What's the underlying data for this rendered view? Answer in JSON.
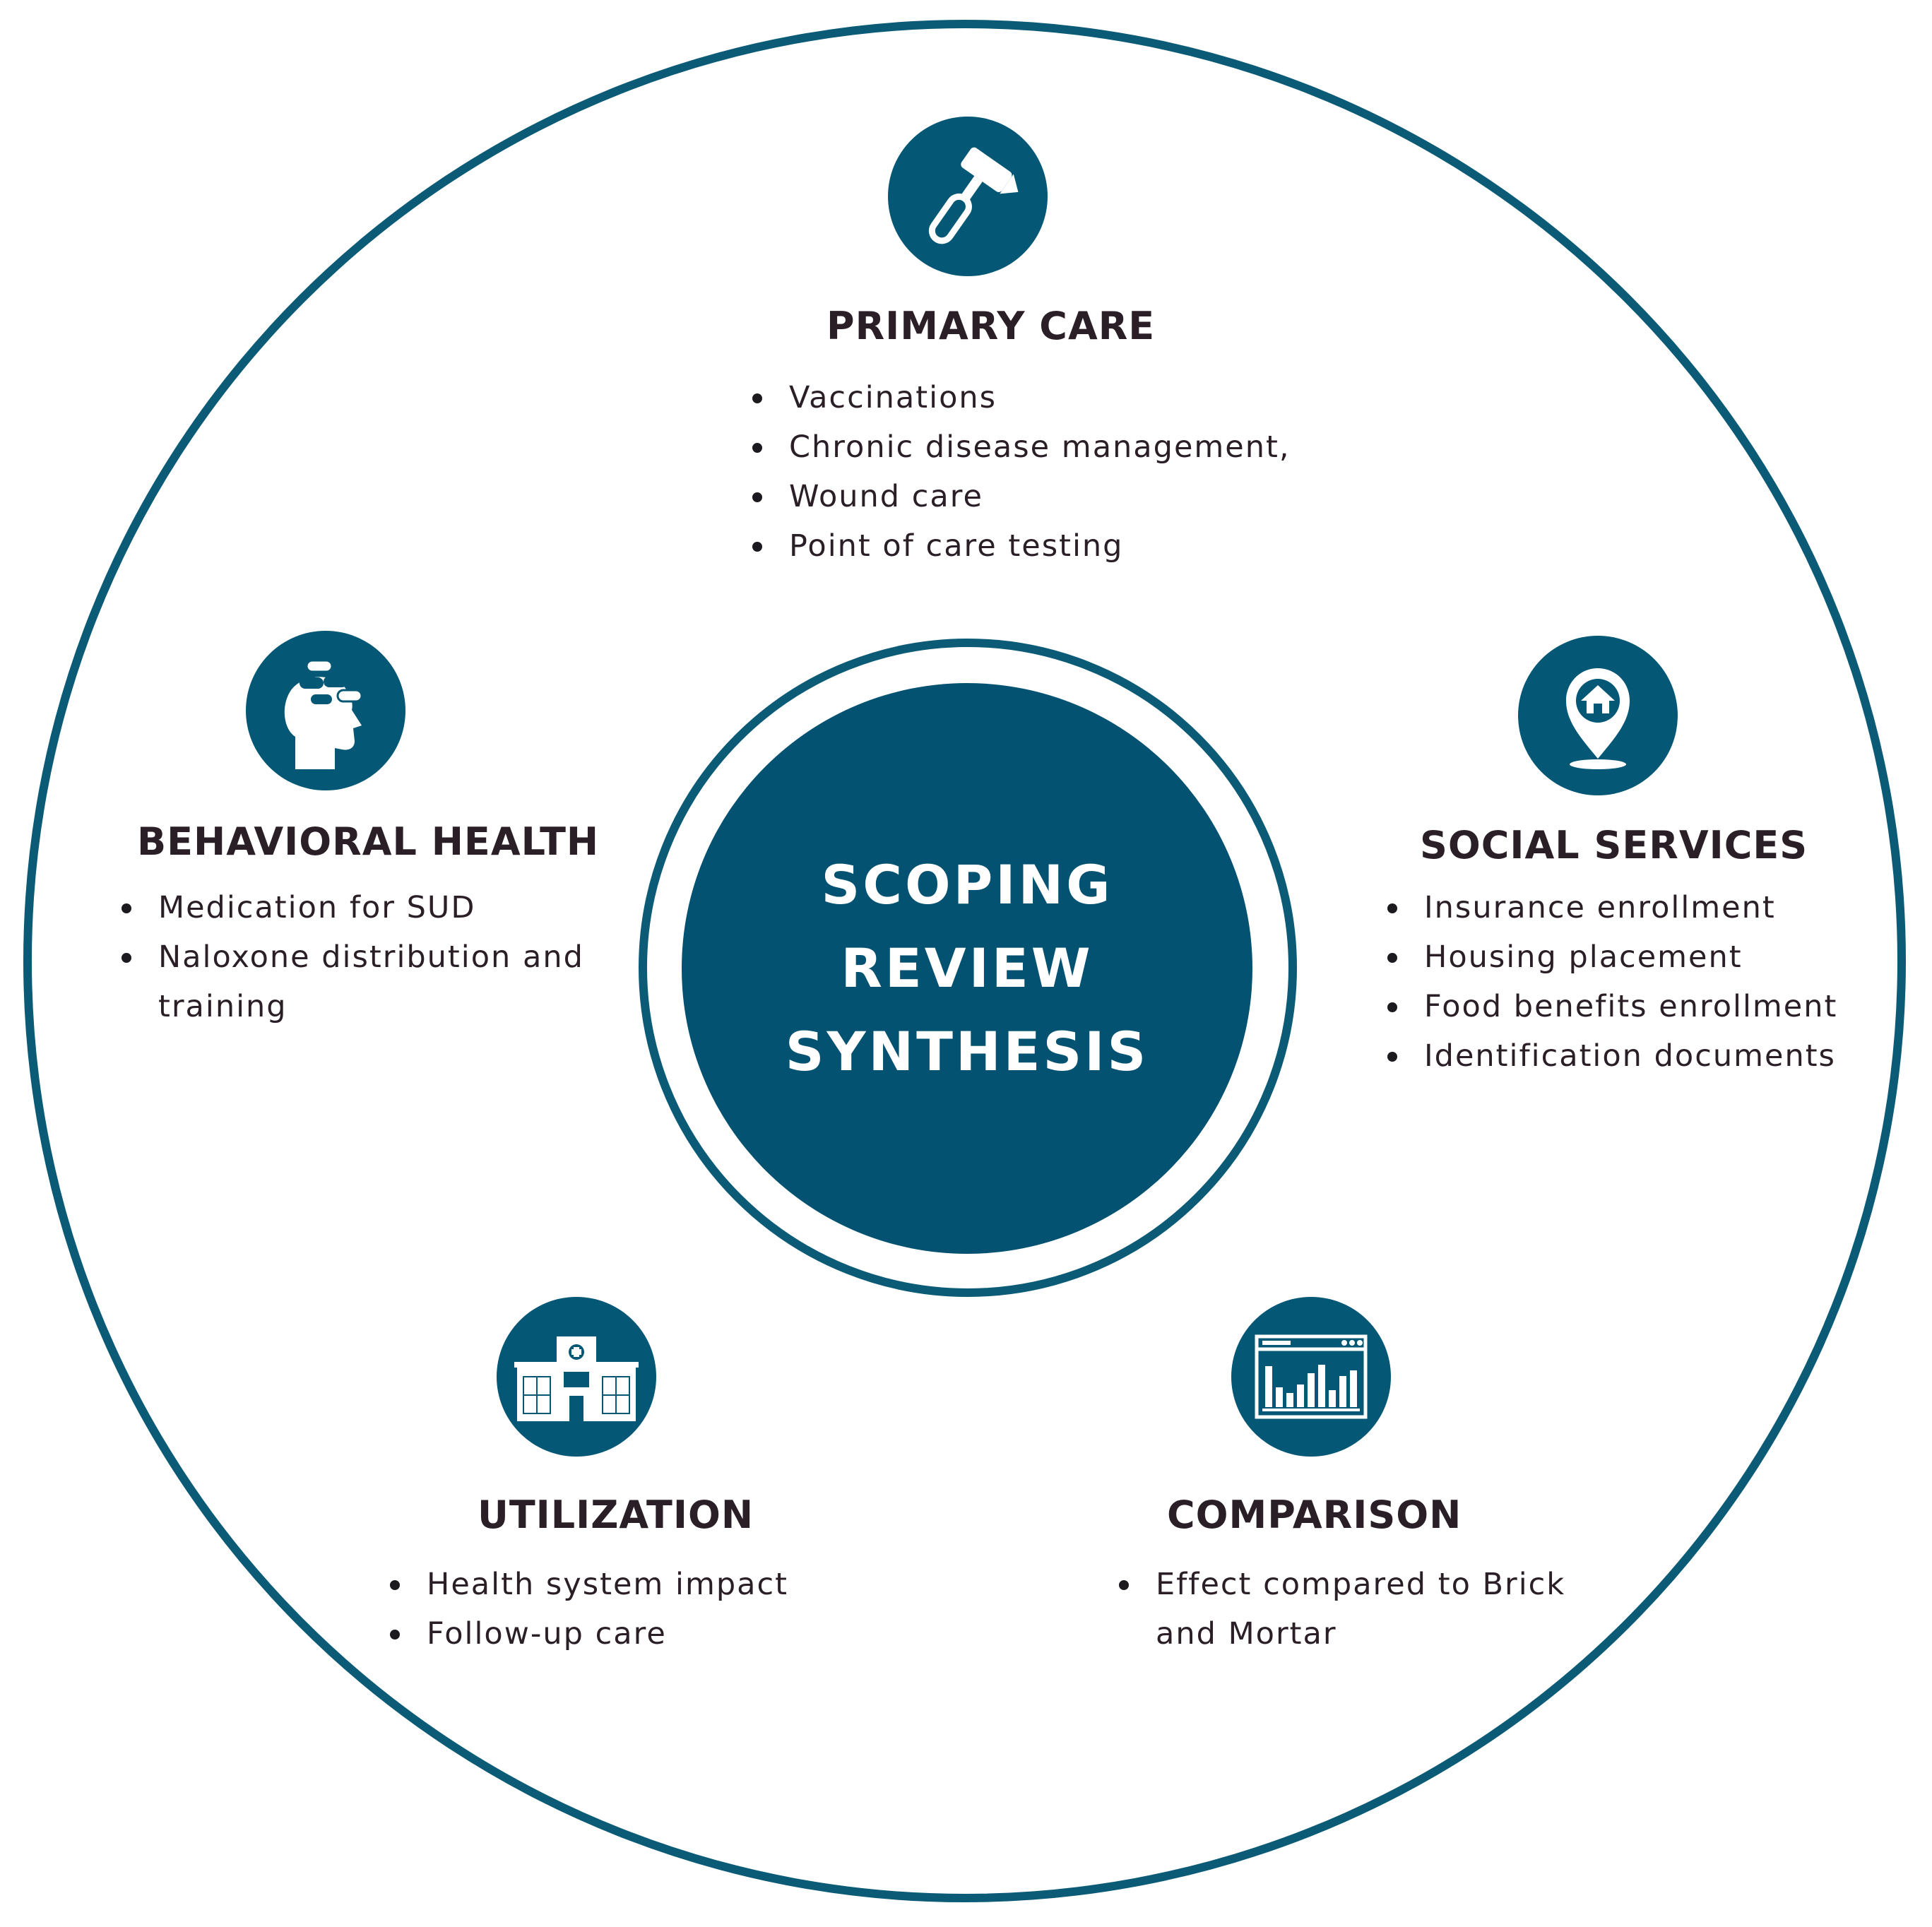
{
  "center": {
    "lines": [
      "SCOPING",
      "REVIEW",
      "SYNTHESIS"
    ]
  },
  "colors": {
    "ring": "#0b5b77",
    "disc": "#035271",
    "text": "#2b1f27"
  },
  "primary_care": {
    "icon": "reflex-hammer-icon",
    "title": "PRIMARY CARE",
    "items": [
      "Vaccinations",
      "Chronic disease management,",
      "Wound care",
      "Point of care testing"
    ]
  },
  "behavioral_health": {
    "icon": "head-pills-icon",
    "title": "BEHAVIORAL HEALTH",
    "items": [
      "Medication for SUD",
      "Naloxone distribution and training"
    ]
  },
  "social_services": {
    "icon": "home-location-pin-icon",
    "title": "SOCIAL SERVICES",
    "items": [
      "Insurance enrollment",
      "Housing placement",
      "Food benefits enrollment",
      "Identification documents"
    ]
  },
  "utilization": {
    "icon": "hospital-building-icon",
    "title": "UTILIZATION",
    "items": [
      "Health system impact",
      "Follow-up care"
    ]
  },
  "comparison": {
    "icon": "bar-chart-window-icon",
    "title": "COMPARISON",
    "items": [
      "Effect compared to Brick and Mortar"
    ]
  }
}
